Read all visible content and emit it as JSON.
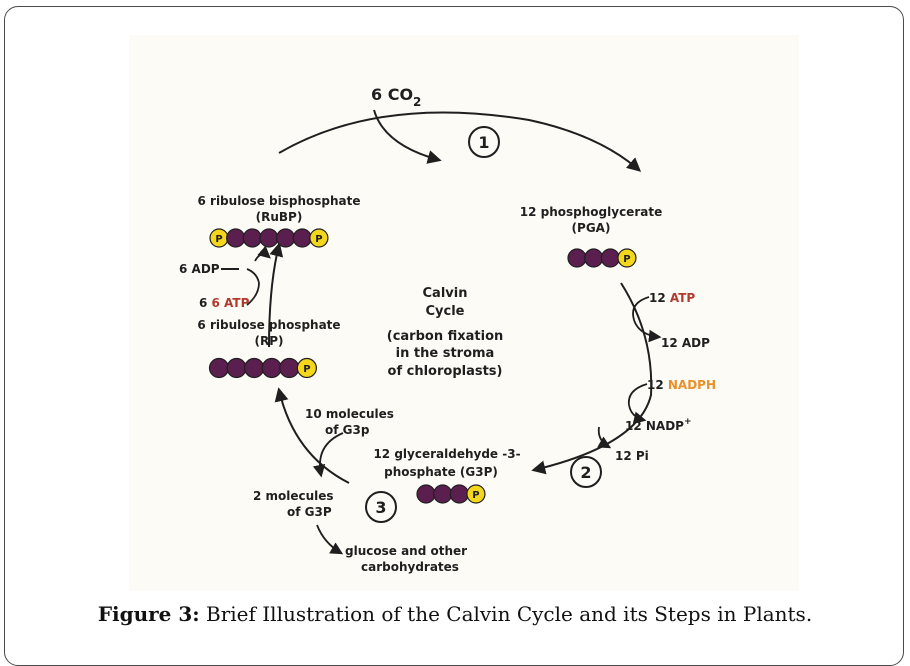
{
  "diagram": {
    "inputs": {
      "co2_coef": "6 CO",
      "co2_sub": "2"
    },
    "steps": {
      "step1": "1",
      "step2": "2",
      "step3": "3"
    },
    "center": {
      "line1": "Calvin",
      "line2": "Cycle",
      "line3": "(carbon fixation",
      "line4": "in the stroma",
      "line5": "of chloroplasts)"
    },
    "rubp": {
      "name": "6 ribulose bisphosphate",
      "abbr": "(RuBP)"
    },
    "pga": {
      "name": "12 phosphoglycerate",
      "abbr": "(PGA)"
    },
    "rp": {
      "name": "6 ribulose phosphate",
      "abbr": "(RP)"
    },
    "g3p_main": {
      "line1": "12 glyceraldehyde -3-",
      "line2": "phosphate (G3P)"
    },
    "left_energy": {
      "adp": "6 ADP",
      "atp": "6 ATP"
    },
    "right_energy": {
      "atp_num": "12 ",
      "atp_word": "ATP",
      "adp": "12 ADP",
      "nadph_num": "12 ",
      "nadph_word": "NADPH",
      "nadp": "12 NADP",
      "nadp_sup": "+",
      "pi": "12 Pi"
    },
    "recycle": {
      "line1": "10 molecules",
      "line2": "of G3p"
    },
    "output": {
      "line1": "2 molecules",
      "line2": "of G3P"
    },
    "product": {
      "line1": "glucose and other",
      "line2": "carbohydrates"
    },
    "phosphate_symbol": "P",
    "colors": {
      "bead": "#5a1f4e",
      "phosphate": "#f4d61c",
      "atp": "#b03a2e",
      "nadph": "#e8902a"
    }
  },
  "caption": {
    "label": "Figure 3:",
    "text": " Brief Illustration of the Calvin Cycle and its Steps in Plants."
  }
}
